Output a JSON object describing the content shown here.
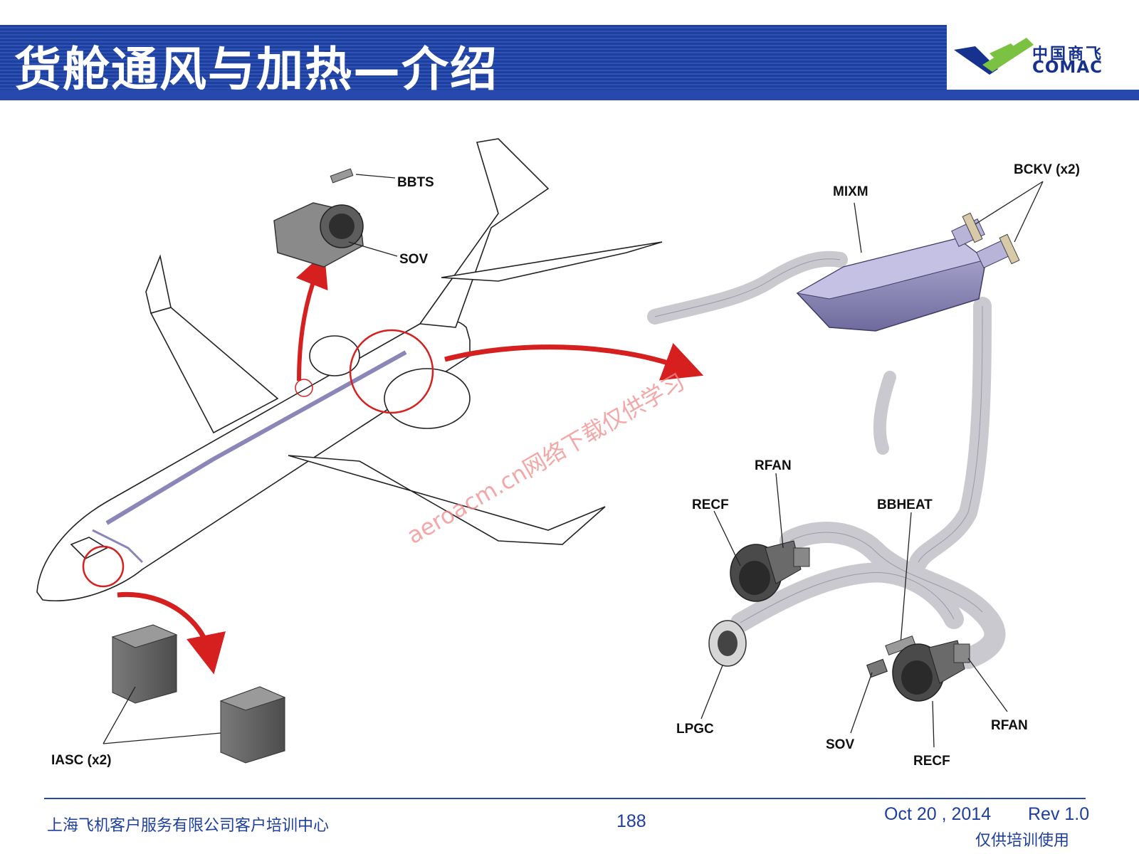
{
  "header": {
    "title": "货舱通风与加热—介绍",
    "logo_cn": "中国商飞",
    "logo_en": "COMAC"
  },
  "labels": {
    "bbts": "BBTS",
    "sov_top": "SOV",
    "iasc": "IASC (x2)",
    "mixm": "MIXM",
    "bckv": "BCKV (x2)",
    "rfan_top": "RFAN",
    "recf_top": "RECF",
    "bbheat": "BBHEAT",
    "lpgc": "LPGC",
    "sov_bottom": "SOV",
    "rfan_bottom": "RFAN",
    "recf_bottom": "RECF"
  },
  "watermark": "aeroacm.cn网络下载仅供学习",
  "footer": {
    "company": "上海飞机客户服务有限公司客户培训中心",
    "page_number": "188",
    "date": "Oct 20 , 2014",
    "revision": "Rev 1.0",
    "note": "仅供培训使用"
  },
  "colors": {
    "header_blue": "#1f3f9c",
    "logo_green": "#7cc242",
    "callout_red": "#d62020",
    "duct_purple": "#8b86b8",
    "text_blue": "#1e3f9e"
  }
}
